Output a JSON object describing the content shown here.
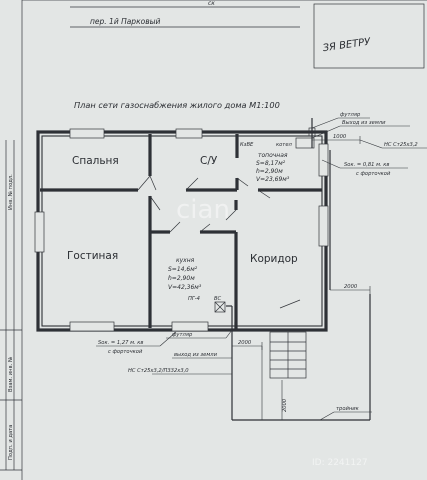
{
  "header": {
    "street_partial": "ск",
    "street": "пер. 1й Парковый",
    "signature": "ЗЯ  ВЕТРУ"
  },
  "title": "План сети газоснабжения жилого дома М1:100",
  "rooms": {
    "bedroom": "Спальня",
    "bathroom": "С/У",
    "living": "Гостиная",
    "corridor": "Коридор"
  },
  "kitchen": {
    "name": "кухня",
    "area": "S=14,6м²",
    "height": "h=2,90м",
    "volume": "V=42,36м³"
  },
  "furnace": {
    "name": "топочная",
    "area": "S=8,17м²",
    "height": "h=2,90м",
    "volume": "V=23,69м³"
  },
  "labels": {
    "kve": "КзВЕ",
    "boiler": "котел",
    "case_top": "футляр",
    "outlet_top": "Выход из земли",
    "dim_top": "1000",
    "ns_top": "НС Ст25х3,2",
    "vent_top": "Sок. = 0,81 м. кв",
    "vent_top_sub": "с форточкой",
    "dim_right": "2000",
    "pg4": "ПГ-4",
    "vbl": "ВС",
    "vent_bottom": "Sок. = 1,27 м. кв",
    "vent_bottom_sub": "с форточкой",
    "case_bottom": "футляр",
    "outlet_bottom": "выход из земли",
    "ns_bottom": "НС Ст25х3,2/П332х3,0",
    "dim_bottom": "2000",
    "dim_vertical": "2000",
    "tee": "тройник",
    "watermark": "cian",
    "watermark_id": "ID: 2241127"
  },
  "stamp": {
    "col1": "Подп. и дата",
    "col2": "Взам. инв. №",
    "col3": "Инв. № подл."
  }
}
